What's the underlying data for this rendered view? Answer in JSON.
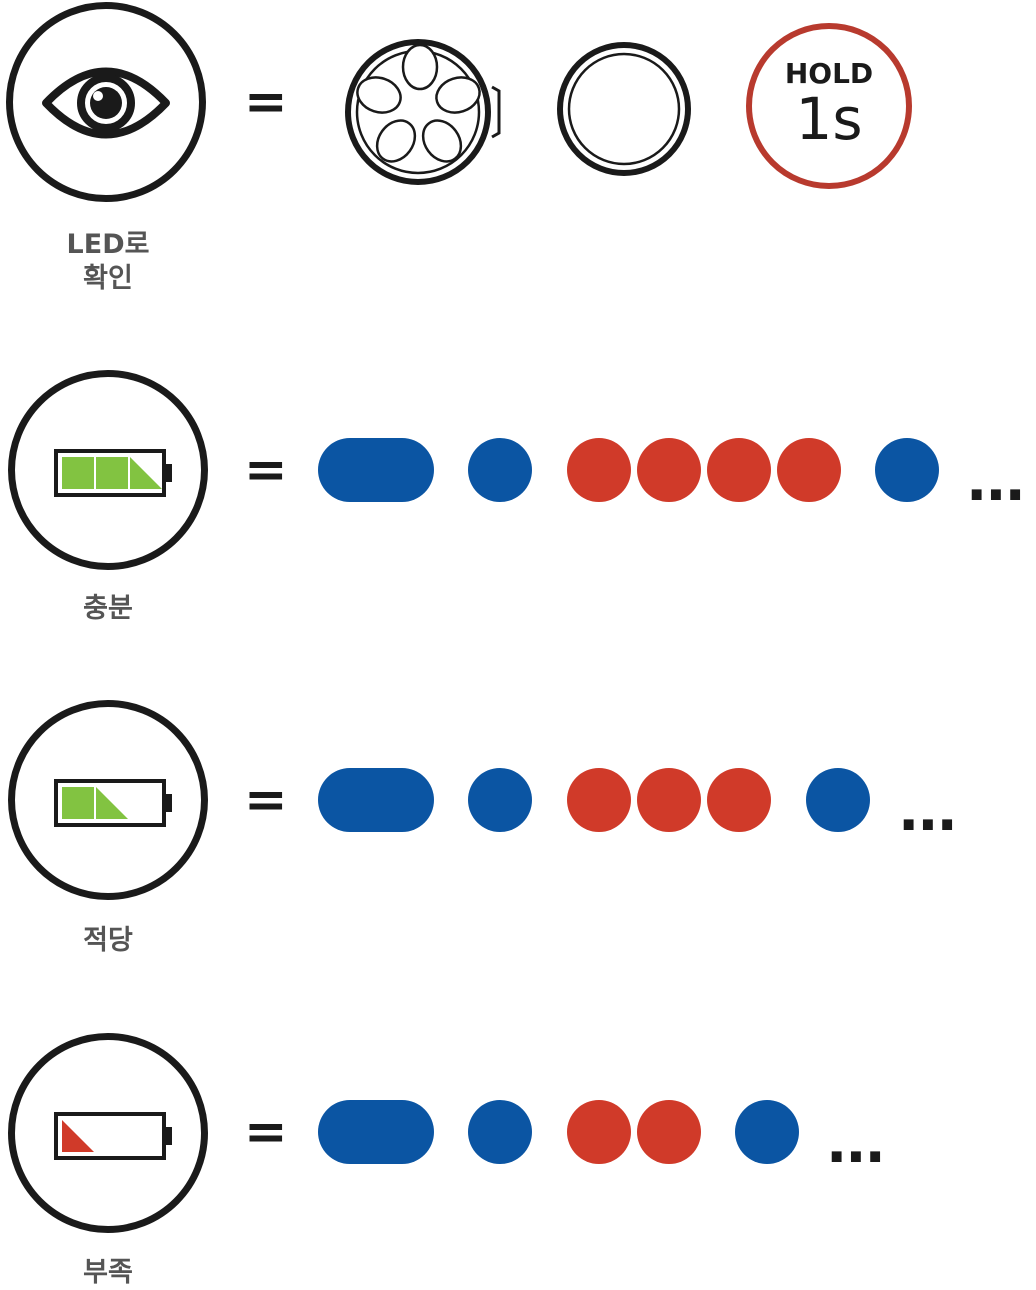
{
  "colors": {
    "blue": "#0b55a3",
    "red": "#d03a29",
    "green": "#82c341",
    "hold_ring": "#b83a2e",
    "stroke": "#1a1a1a",
    "label": "#555555"
  },
  "header_row": {
    "icon": "eye-icon",
    "label_line1": "LED로",
    "label_line2": "확인",
    "equals": "=",
    "buttons": [
      "jog-dial-icon",
      "round-button-icon"
    ],
    "hold_badge": {
      "top": "HOLD",
      "bottom": "1s"
    }
  },
  "rows": [
    {
      "level": "full",
      "label": "충분",
      "equals": "=",
      "battery_cells": 3,
      "battery_color": "green",
      "sequence": [
        "long-blue",
        "blue",
        "red",
        "red",
        "red",
        "red",
        "blue"
      ],
      "ellipsis": "..."
    },
    {
      "level": "medium",
      "label": "적당",
      "equals": "=",
      "battery_cells": 2,
      "battery_color": "green",
      "sequence": [
        "long-blue",
        "blue",
        "red",
        "red",
        "red",
        "blue"
      ],
      "ellipsis": "..."
    },
    {
      "level": "low",
      "label": "부족",
      "equals": "=",
      "battery_cells": 1,
      "battery_color": "red",
      "sequence": [
        "long-blue",
        "blue",
        "red",
        "red",
        "blue"
      ],
      "ellipsis": "..."
    }
  ]
}
